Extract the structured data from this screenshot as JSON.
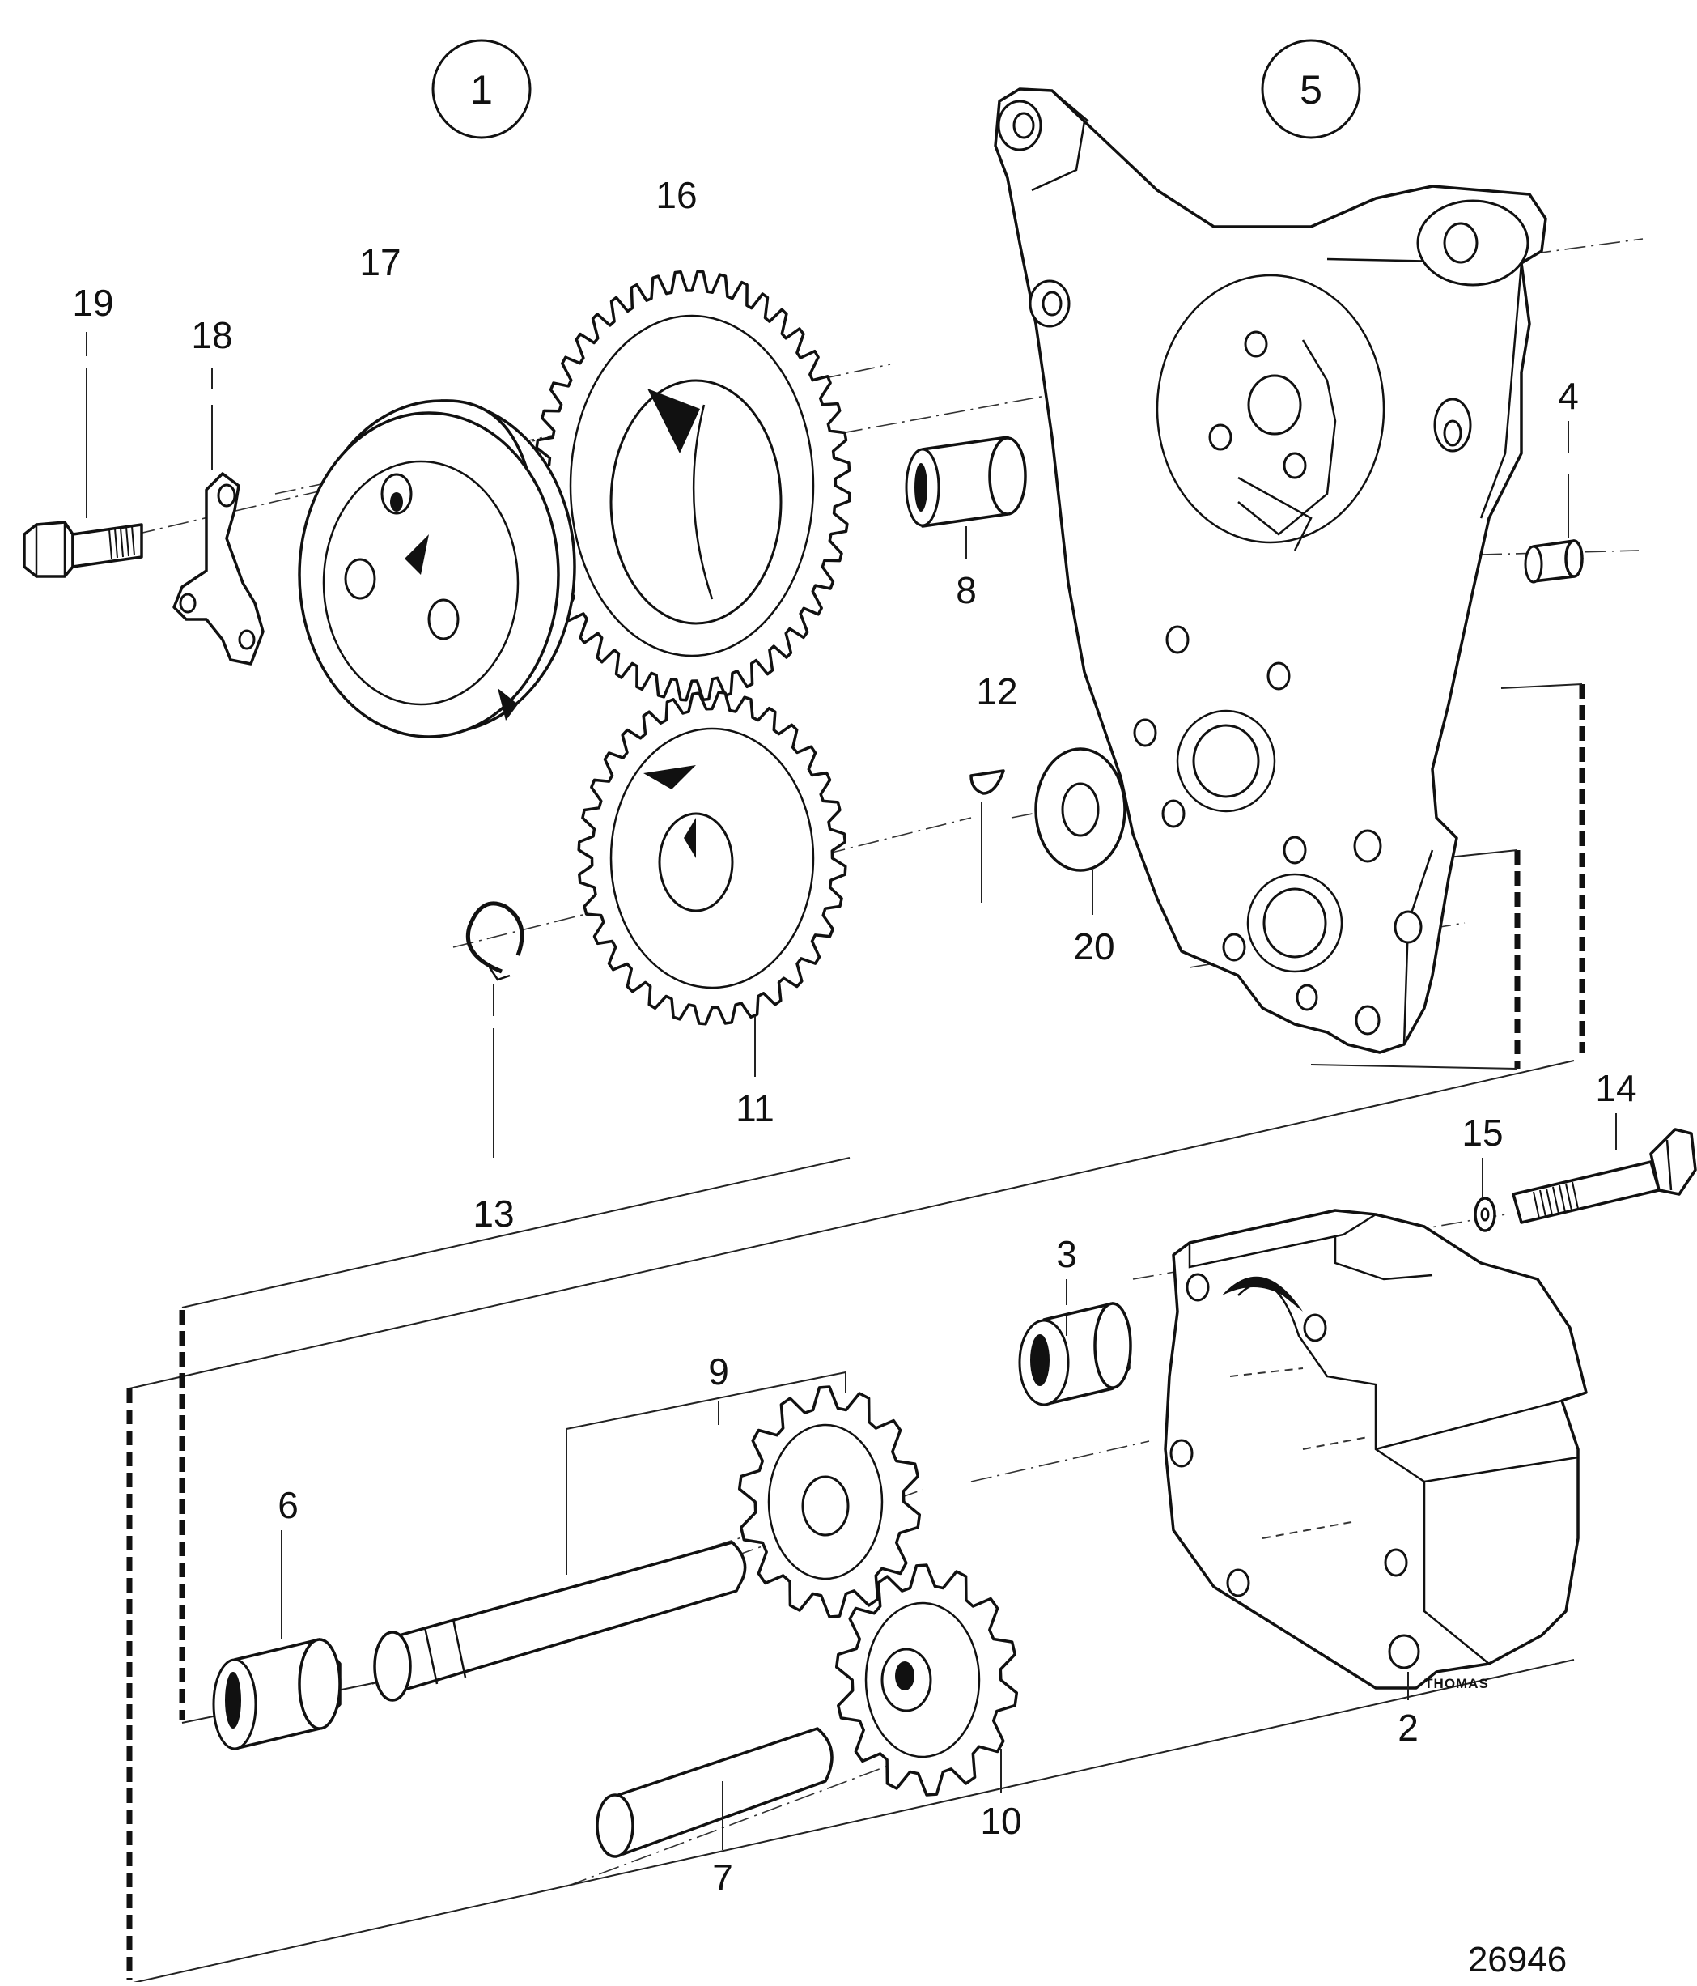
{
  "diagram": {
    "group_markers": [
      {
        "id": "g1",
        "label": "1"
      },
      {
        "id": "g5",
        "label": "5"
      }
    ],
    "callouts": [
      {
        "id": "c2",
        "label": "2"
      },
      {
        "id": "c3",
        "label": "3"
      },
      {
        "id": "c4",
        "label": "4"
      },
      {
        "id": "c6",
        "label": "6"
      },
      {
        "id": "c7",
        "label": "7"
      },
      {
        "id": "c8",
        "label": "8"
      },
      {
        "id": "c9",
        "label": "9"
      },
      {
        "id": "c10",
        "label": "10"
      },
      {
        "id": "c11",
        "label": "11"
      },
      {
        "id": "c12",
        "label": "12"
      },
      {
        "id": "c13",
        "label": "13"
      },
      {
        "id": "c14",
        "label": "14"
      },
      {
        "id": "c15",
        "label": "15"
      },
      {
        "id": "c16",
        "label": "16"
      },
      {
        "id": "c17",
        "label": "17"
      },
      {
        "id": "c18",
        "label": "18"
      },
      {
        "id": "c19",
        "label": "19"
      },
      {
        "id": "c20",
        "label": "20"
      }
    ],
    "illustrator_signature": "THOMAS",
    "figure_number": "26946"
  }
}
